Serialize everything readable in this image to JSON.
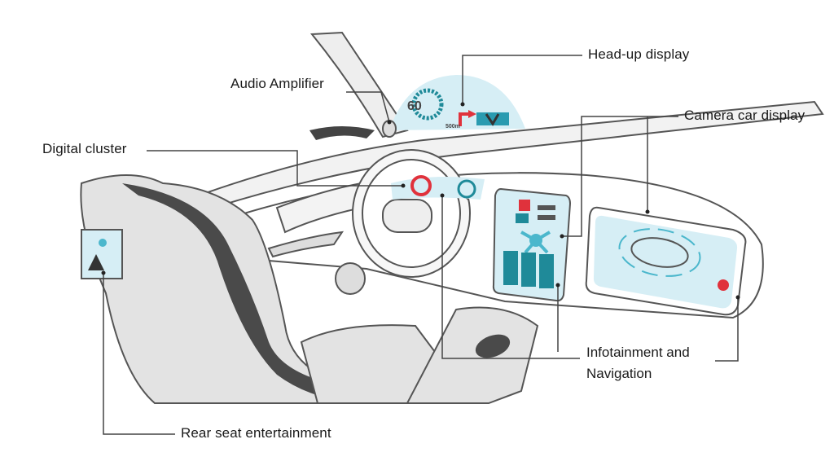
{
  "labels": {
    "head_up_display": "Head-up display",
    "audio_amplifier": "Audio Amplifier",
    "camera_car_display": "Camera car display",
    "digital_cluster": "Digital cluster",
    "infotainment_line1": "Infotainment and",
    "infotainment_line2": "Navigation",
    "rear_seat_entertainment": "Rear seat entertainment"
  },
  "hud": {
    "speed": "60",
    "distance": "500m"
  },
  "colors": {
    "screen": "#d6eef5",
    "accent": "#e0323c",
    "teal": "#1f8a99",
    "seat": "#e3e3e3",
    "seat_dark": "#4a4a4a",
    "line": "#444444"
  }
}
